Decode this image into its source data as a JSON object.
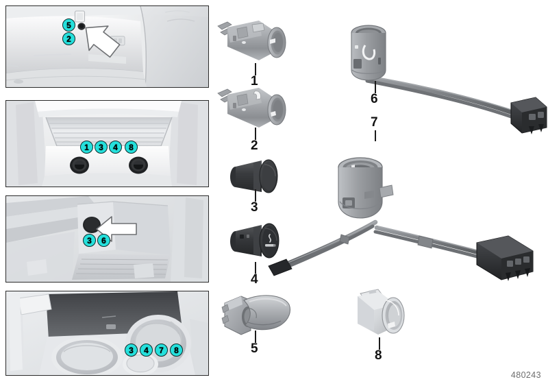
{
  "document": {
    "kind": "automotive-parts-exploded-diagram",
    "diagram_id": "480243",
    "background_color": "#ffffff",
    "callout_color": "#25e0dc",
    "callout_border_color": "#0d2b2b",
    "part_label_color": "#111111",
    "metal_gray": "#9fa2a5",
    "dark_part": "#3a3a3c"
  },
  "panels": [
    {
      "id": "panel-luggage-compartment",
      "name": "luggage-compartment-socket-view",
      "callouts": [
        "5",
        "2"
      ],
      "has_pointer_arrow": true
    },
    {
      "id": "panel-glovebox",
      "name": "glove-box-socket-view",
      "callouts": [
        "1",
        "3",
        "4",
        "8"
      ],
      "has_pointer_arrow": false
    },
    {
      "id": "panel-storage-tray",
      "name": "storage-tray-socket-view",
      "callouts": [
        "3",
        "6"
      ],
      "has_pointer_arrow": true
    },
    {
      "id": "panel-center-console",
      "name": "center-console-cupholder-view",
      "callouts": [
        "3",
        "4",
        "7",
        "8"
      ],
      "has_pointer_arrow": false
    }
  ],
  "parts": [
    {
      "number": "1",
      "name": "socket-housing-with-clip",
      "style": "metal-socket"
    },
    {
      "number": "2",
      "name": "socket-housing-plain",
      "style": "metal-socket"
    },
    {
      "number": "3",
      "name": "black-socket-cap",
      "style": "dark-cap"
    },
    {
      "number": "4",
      "name": "cigarette-lighter-element",
      "style": "dark-lighter",
      "symbol": "smoking-symbol"
    },
    {
      "number": "5",
      "name": "socket-cover-flap",
      "style": "gray-flap"
    },
    {
      "number": "6",
      "name": "socket-with-lead",
      "style": "metal-socket-cable"
    },
    {
      "number": "7",
      "name": "socket-with-branched-harness",
      "style": "metal-socket-harness"
    },
    {
      "number": "8",
      "name": "trim-ring-bezel",
      "style": "light-gray-ring"
    }
  ]
}
